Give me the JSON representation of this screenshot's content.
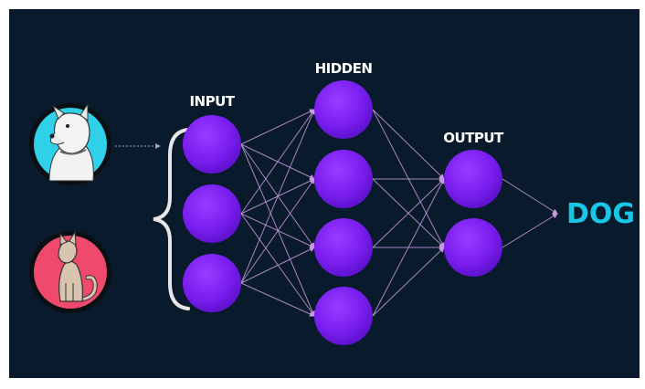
{
  "labels": {
    "input": "INPUT",
    "hidden": "HIDDEN",
    "output": "OUTPUT",
    "result": "DOG"
  },
  "layers": [
    {
      "name": "input",
      "nodes": 3
    },
    {
      "name": "hidden",
      "nodes": 4
    },
    {
      "name": "output",
      "nodes": 2
    }
  ],
  "images": [
    {
      "name": "dog",
      "icon": "dog-icon",
      "background": "#2fd0e8"
    },
    {
      "name": "cat",
      "icon": "cat-icon",
      "background": "#ef4a6e"
    }
  ],
  "colors": {
    "background": "#081a2c",
    "node": "#7a1ef0",
    "connection": "#c69ad8",
    "result": "#19c6e6",
    "bracket": "#e6e6e6"
  }
}
